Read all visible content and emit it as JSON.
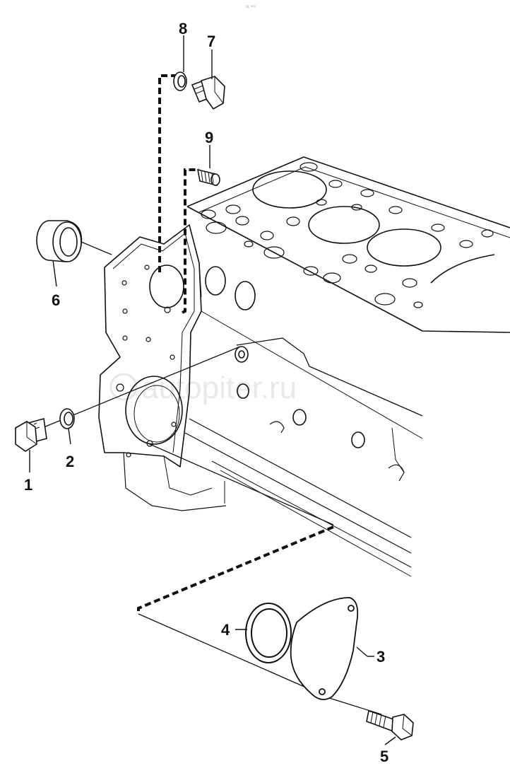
{
  "header_mark": "ᴳᴸ ⁰⁰⁰",
  "watermark": "autopiter.ru",
  "callouts": {
    "c1": "1",
    "c2": "2",
    "c3": "3",
    "c4": "4",
    "c5": "5",
    "c6": "6",
    "c7": "7",
    "c8": "8",
    "c9": "9"
  }
}
